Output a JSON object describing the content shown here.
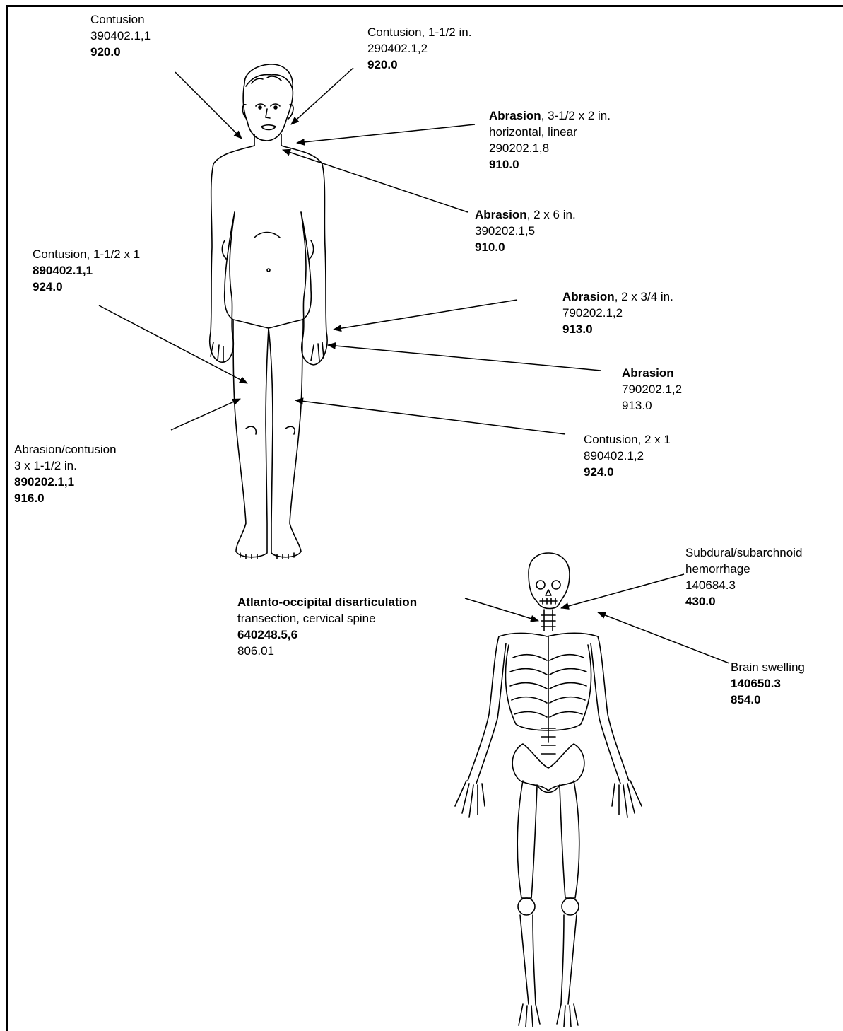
{
  "labels": {
    "contusion_head": {
      "l1": "Contusion",
      "l2": "390402.1,1",
      "l3": "920.0"
    },
    "contusion_neck": {
      "l1": "Contusion, 1-1/2 in.",
      "l2": "290402.1,2",
      "l3": "920.0"
    },
    "abrasion_neck": {
      "l1_bold": "Abrasion",
      "l1_rest": ", 3-1/2 x 2 in.",
      "l2": "horizontal, linear",
      "l3": "290202.1,8",
      "l4": "910.0"
    },
    "abrasion_chest": {
      "l1_bold": "Abrasion",
      "l1_rest": ", 2 x 6 in.",
      "l2": "390202.1,5",
      "l3": "910.0"
    },
    "contusion_thigh_left": {
      "l1": "Contusion, 1-1/2 x 1",
      "l2": "890402.1,1",
      "l3": "924.0"
    },
    "abrasion_wrist": {
      "l1_bold": "Abrasion",
      "l1_rest": ", 2 x 3/4 in.",
      "l2": "790202.1,2",
      "l3": "913.0"
    },
    "abrasion_hand": {
      "l1_bold": "Abrasion",
      "l2": "790202.1,2",
      "l3": "913.0"
    },
    "contusion_thigh_right": {
      "l1": "Contusion, 2 x 1",
      "l2": "890402.1,2",
      "l3": "924.0"
    },
    "abrasion_contusion_thigh": {
      "l1": "Abrasion/contusion",
      "l2": "3 x 1-1/2 in.",
      "l3": "890202.1,1",
      "l4": "916.0"
    },
    "subdural": {
      "l1": "Subdural/subarchnoid",
      "l2": "hemorrhage",
      "l3": "140684.3",
      "l4": "430.0"
    },
    "atlanto": {
      "l1": "Atlanto-occipital disarticulation",
      "l2": "transection, cervical spine",
      "l3": "640248.5,6",
      "l4": "806.01"
    },
    "brain_swelling": {
      "l1": "Brain swelling",
      "l2": "140650.3",
      "l3": "854.0"
    }
  }
}
